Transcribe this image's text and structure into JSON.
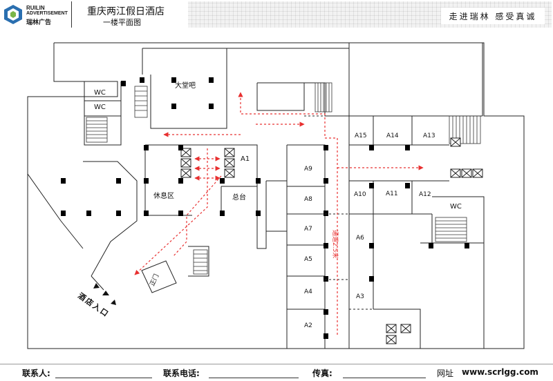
{
  "header": {
    "logo": {
      "line1": "RUILIN",
      "line2": "ADVERTISEMENT",
      "line3": "瑞林广告"
    },
    "title": "重庆两江假日酒店",
    "subtitle": "一楼平面图",
    "slogan": "走进瑞林  感受真诚"
  },
  "plan": {
    "rooms": {
      "lobby_bar": "大堂吧",
      "wc_1": "WC",
      "wc_2": "WC",
      "wc_3": "WC",
      "lounge": "休息区",
      "front_desk": "总台",
      "a1": "A1",
      "a2": "A2",
      "a3": "A3",
      "a4": "A4",
      "a5": "A5",
      "a6": "A6",
      "a7": "A7",
      "a8": "A8",
      "a9": "A9",
      "a10": "A10",
      "a11": "A11",
      "a12": "A12",
      "a13": "A13",
      "a14": "A14",
      "a15": "A15"
    },
    "corridor_label": "通道2.5米",
    "entrance_label": "酒店入口",
    "door_label": "正门"
  },
  "colors": {
    "arrow": "#e83030",
    "wall": "#222222",
    "column": "#000000"
  },
  "footer": {
    "contact_label": "联系人:",
    "phone_label": "联系电话:",
    "fax_label": "传真:",
    "website_label": "网址",
    "website": "www.scrlgg.com"
  }
}
